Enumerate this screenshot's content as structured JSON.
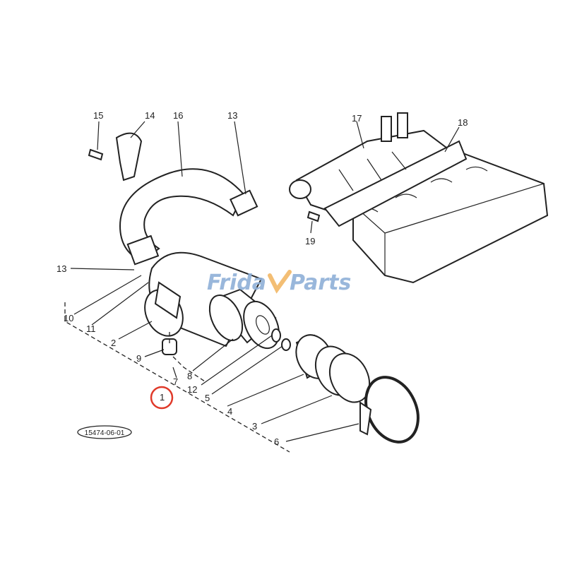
{
  "diagram": {
    "callouts": {
      "c15": "15",
      "c14": "14",
      "c16": "16",
      "c13a": "13",
      "c17": "17",
      "c18": "18",
      "c19": "19",
      "c13b": "13",
      "c10": "10",
      "c11": "11",
      "c2": "2",
      "c9": "9",
      "c8": "8",
      "c7": "7",
      "c12": "12",
      "c5": "5",
      "c4": "4",
      "c3": "3",
      "c6": "6",
      "c1": "1"
    },
    "drawing_code": "15474-06-01",
    "highlighted_callout": "1",
    "highlight_color": "#e03a2a"
  },
  "watermark": {
    "text_a": "Frida",
    "text_b": "Parts",
    "color_primary": "#8fb0d8",
    "color_accent": "#f2b866"
  }
}
